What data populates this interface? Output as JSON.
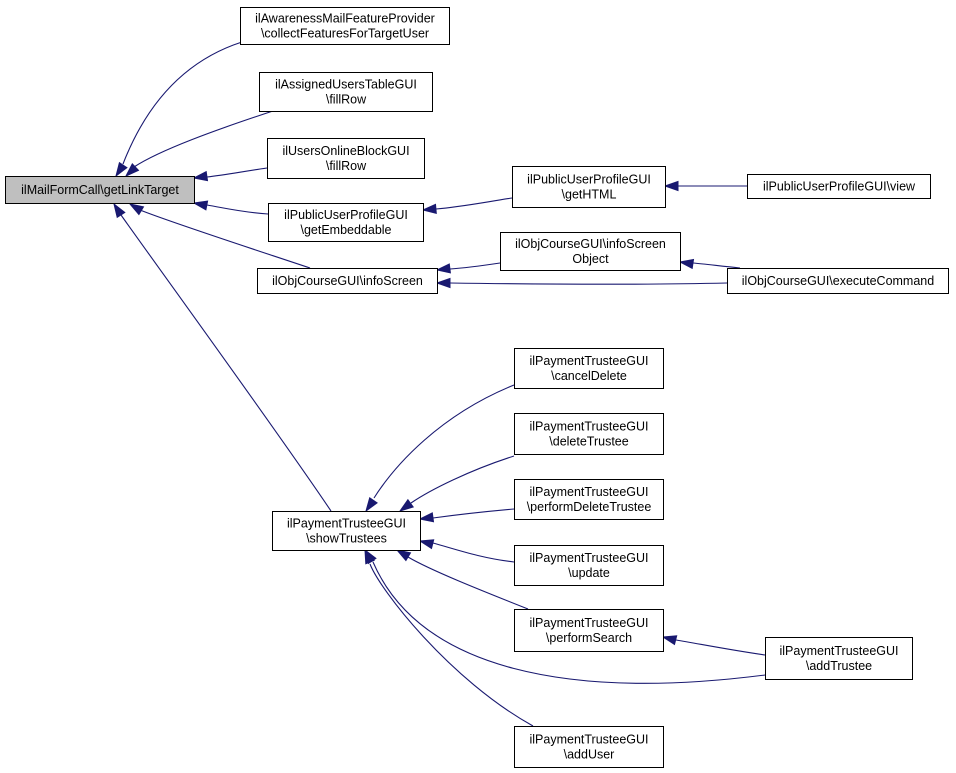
{
  "diagram": {
    "colors": {
      "edge": "#191970",
      "node_border": "#000000",
      "node_fill": "#ffffff",
      "root_fill": "#bfbfbf"
    },
    "nodes": [
      {
        "id": "root",
        "lines": [
          "ilMailFormCall\\getLinkTarget"
        ]
      },
      {
        "id": "n1",
        "lines": [
          "ilAwarenessMailFeatureProvider",
          "\\collectFeaturesForTargetUser"
        ]
      },
      {
        "id": "n2",
        "lines": [
          "ilAssignedUsersTableGUI",
          "\\fillRow"
        ]
      },
      {
        "id": "n3",
        "lines": [
          "ilUsersOnlineBlockGUI",
          "\\fillRow"
        ]
      },
      {
        "id": "n4",
        "lines": [
          "ilPublicUserProfileGUI",
          "\\getEmbeddable"
        ]
      },
      {
        "id": "n5",
        "lines": [
          "ilObjCourseGUI\\infoScreen"
        ]
      },
      {
        "id": "n6",
        "lines": [
          "ilPaymentTrusteeGUI",
          "\\showTrustees"
        ]
      },
      {
        "id": "n7",
        "lines": [
          "ilPublicUserProfileGUI",
          "\\getHTML"
        ]
      },
      {
        "id": "n8",
        "lines": [
          "ilPublicUserProfileGUI\\view"
        ]
      },
      {
        "id": "n9",
        "lines": [
          "ilObjCourseGUI\\infoScreen",
          "Object"
        ]
      },
      {
        "id": "n10",
        "lines": [
          "ilObjCourseGUI\\executeCommand"
        ]
      },
      {
        "id": "n11",
        "lines": [
          "ilPaymentTrusteeGUI",
          "\\cancelDelete"
        ]
      },
      {
        "id": "n12",
        "lines": [
          "ilPaymentTrusteeGUI",
          "\\deleteTrustee"
        ]
      },
      {
        "id": "n13",
        "lines": [
          "ilPaymentTrusteeGUI",
          "\\performDeleteTrustee"
        ]
      },
      {
        "id": "n14",
        "lines": [
          "ilPaymentTrusteeGUI",
          "\\update"
        ]
      },
      {
        "id": "n15",
        "lines": [
          "ilPaymentTrusteeGUI",
          "\\performSearch"
        ]
      },
      {
        "id": "n16",
        "lines": [
          "ilPaymentTrusteeGUI",
          "\\addTrustee"
        ]
      },
      {
        "id": "n17",
        "lines": [
          "ilPaymentTrusteeGUI",
          "\\addUser"
        ]
      }
    ],
    "edges": [
      {
        "from": "n1",
        "to": "root"
      },
      {
        "from": "n2",
        "to": "root"
      },
      {
        "from": "n3",
        "to": "root"
      },
      {
        "from": "n4",
        "to": "root"
      },
      {
        "from": "n5",
        "to": "root"
      },
      {
        "from": "n6",
        "to": "root"
      },
      {
        "from": "n7",
        "to": "n4"
      },
      {
        "from": "n8",
        "to": "n7"
      },
      {
        "from": "n9",
        "to": "n5"
      },
      {
        "from": "n10",
        "to": "n5"
      },
      {
        "from": "n10",
        "to": "n9"
      },
      {
        "from": "n11",
        "to": "n6"
      },
      {
        "from": "n12",
        "to": "n6"
      },
      {
        "from": "n13",
        "to": "n6"
      },
      {
        "from": "n14",
        "to": "n6"
      },
      {
        "from": "n15",
        "to": "n6"
      },
      {
        "from": "n16",
        "to": "n6"
      },
      {
        "from": "n17",
        "to": "n6"
      },
      {
        "from": "n16",
        "to": "n15"
      }
    ]
  }
}
